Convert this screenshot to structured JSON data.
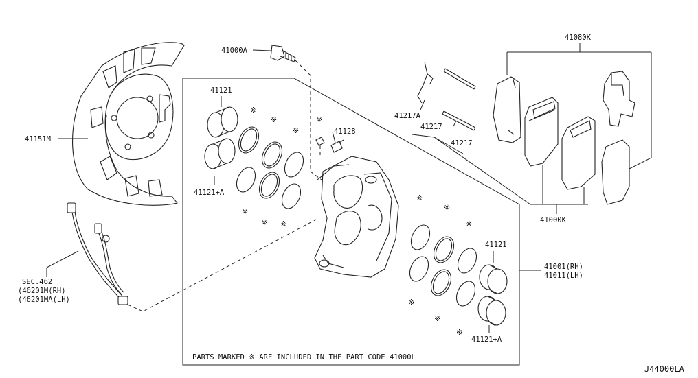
{
  "diagram": {
    "code": "J44000LA",
    "footnote": "PARTS MARKED ※ ARE INCLUDED IN THE PART CODE 41000L",
    "mark_symbol": "※",
    "labels": {
      "p41000A": "41000A",
      "p41080K": "41080K",
      "p41121_top": "41121",
      "p41128": "41128",
      "p41217A": "41217A",
      "p41217_a": "41217",
      "p41217_b": "41217",
      "p41151M": "41151M",
      "p41121A_left": "41121+A",
      "p41000K": "41000K",
      "p41121_right": "41121",
      "p41001": "41001(RH)",
      "p41011": "41011(LH)",
      "sec": "SEC.462",
      "p46201M": "(46201M(RH)",
      "p46201MA": "(46201MA(LH)",
      "p41121A_right": "41121+A"
    }
  }
}
